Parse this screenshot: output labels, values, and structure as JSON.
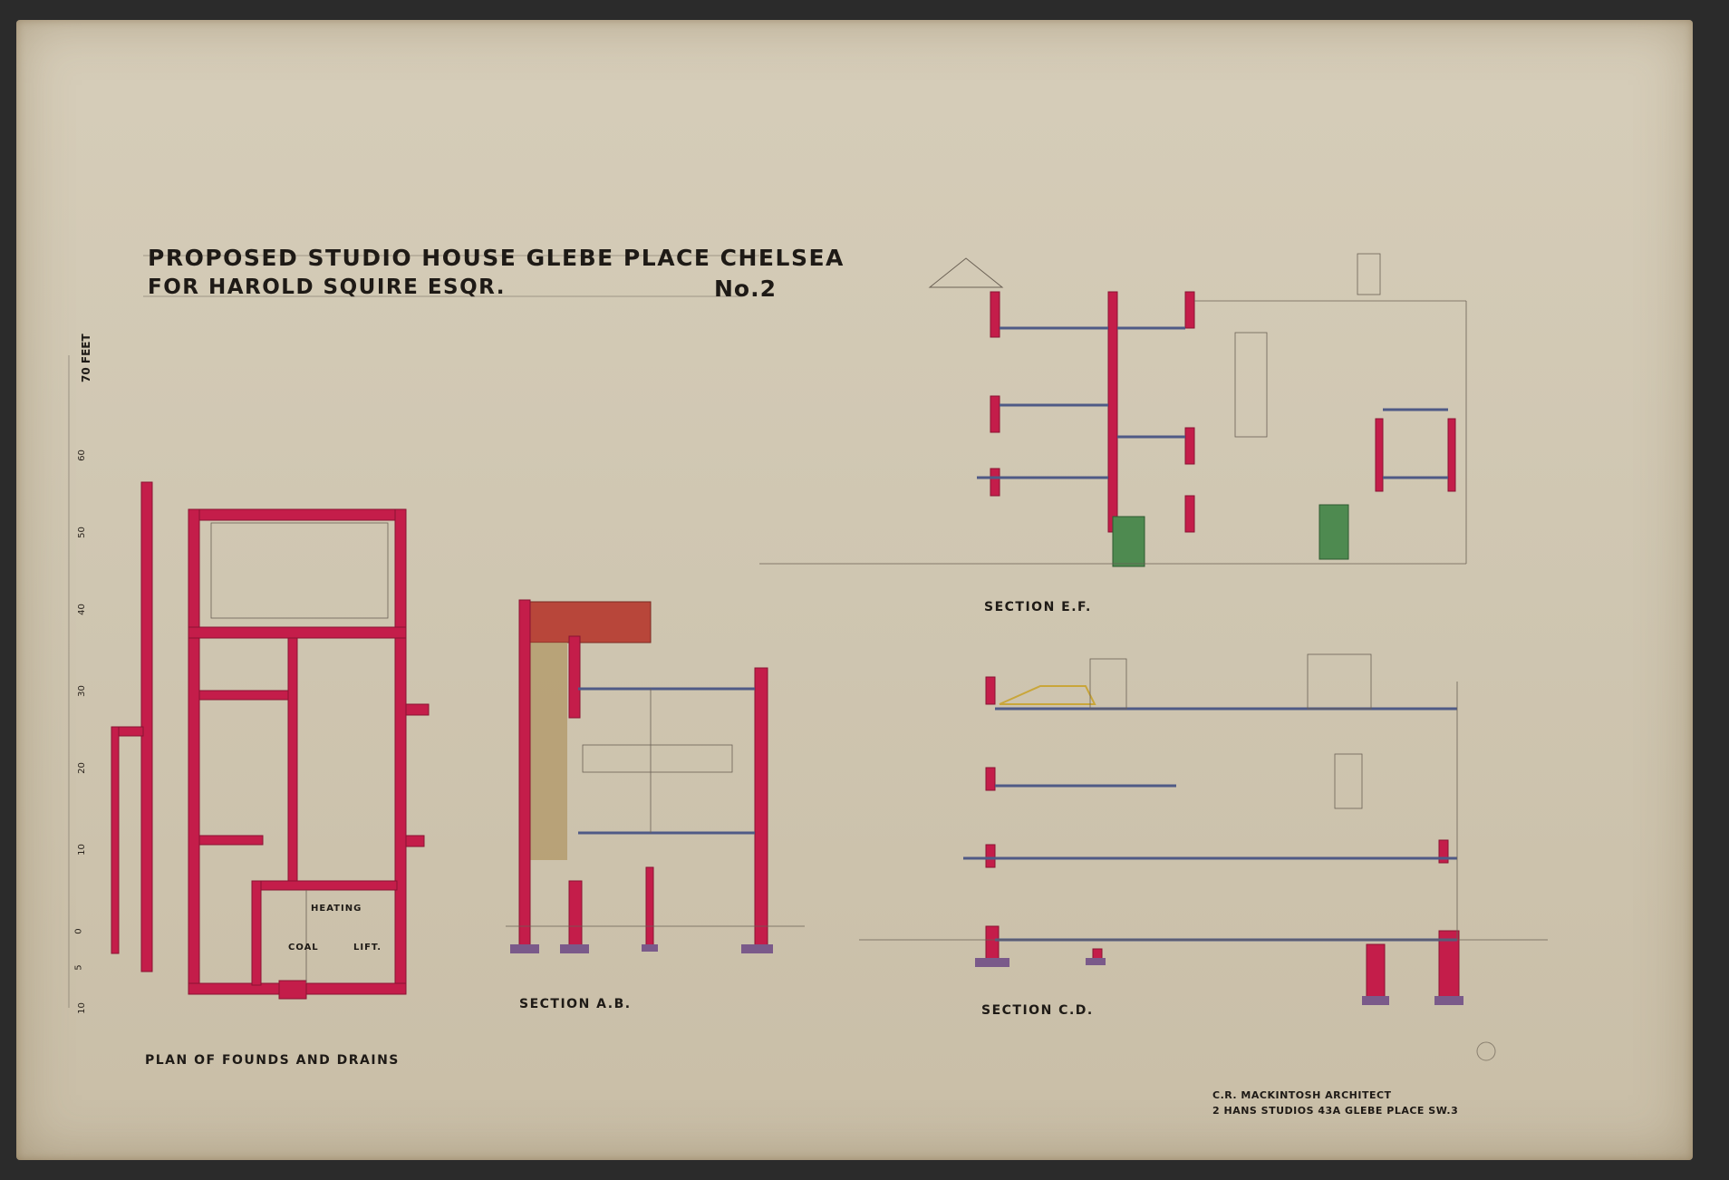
{
  "drawing": {
    "title_line1": "PROPOSED STUDIO HOUSE GLEBE PLACE CHELSEA",
    "title_line2": "FOR HAROLD SQUIRE ESQR.",
    "sheet_number": "No.2",
    "scale_label": "70 FEET",
    "scale_ticks": [
      "60",
      "50",
      "40",
      "30",
      "20",
      "10",
      "0",
      "5",
      "10"
    ],
    "labels": {
      "plan": "PLAN OF FOUNDS AND DRAINS",
      "heating": "HEATING",
      "coal": "COAL",
      "lift": "LIFT.",
      "section_ab": "SECTION A.B.",
      "section_cd": "SECTION C.D.",
      "section_ef": "SECTION E.F."
    },
    "architect_line1": "C.R. MACKINTOSH ARCHITECT",
    "architect_line2": "2 HANS STUDIOS 43A GLEBE PLACE SW.3"
  },
  "colors": {
    "paper": "#d3cab5",
    "wall_red": "#c41d4a",
    "floor_blue": "#4f5a86",
    "footing_purple": "#7a5a8a",
    "roof_tile": "#b8463a",
    "door_green": "#4e8a50",
    "ink": "#1e1a16"
  }
}
